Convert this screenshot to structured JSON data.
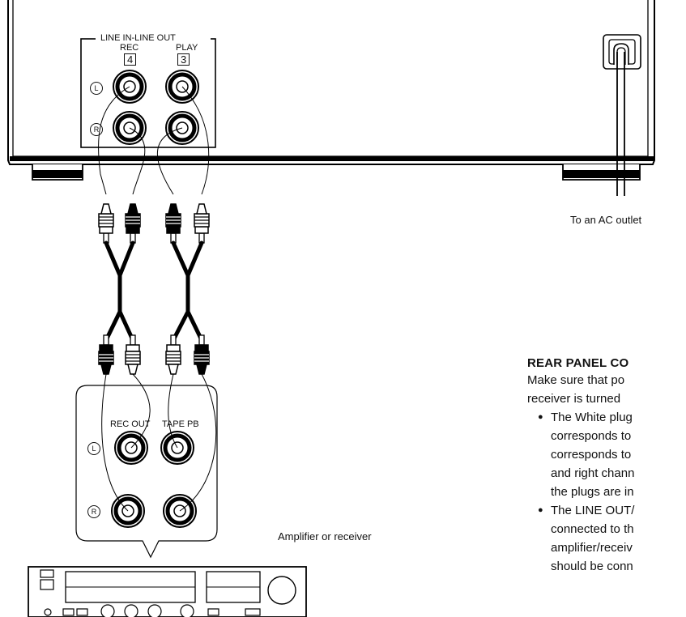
{
  "device_panel": {
    "group_label": "LINE IN-LINE OUT",
    "rec_label": "REC",
    "rec_number": "4",
    "play_label": "PLAY",
    "play_number": "3",
    "left_marker": "L",
    "right_marker": "R"
  },
  "power": {
    "ac_label": "To an AC outlet"
  },
  "amplifier_panel": {
    "rec_out_label": "REC OUT",
    "tape_pb_label": "TAPE PB",
    "left_marker": "L",
    "right_marker": "R"
  },
  "amplifier_caption": "Amplifier or receiver",
  "text": {
    "heading": "REAR PANEL CO",
    "intro_1": "Make sure that po",
    "intro_2": "receiver is turned",
    "bullet1_line1": "The White plug",
    "bullet1_line2": "corresponds to",
    "bullet1_line3": "corresponds to",
    "bullet1_line4": "and right chann",
    "bullet1_line5": "the plugs are in",
    "bullet2_line1": "The LINE OUT/",
    "bullet2_line2": "connected to th",
    "bullet2_line3": "amplifier/receiv",
    "bullet2_line4": "should be conn"
  }
}
